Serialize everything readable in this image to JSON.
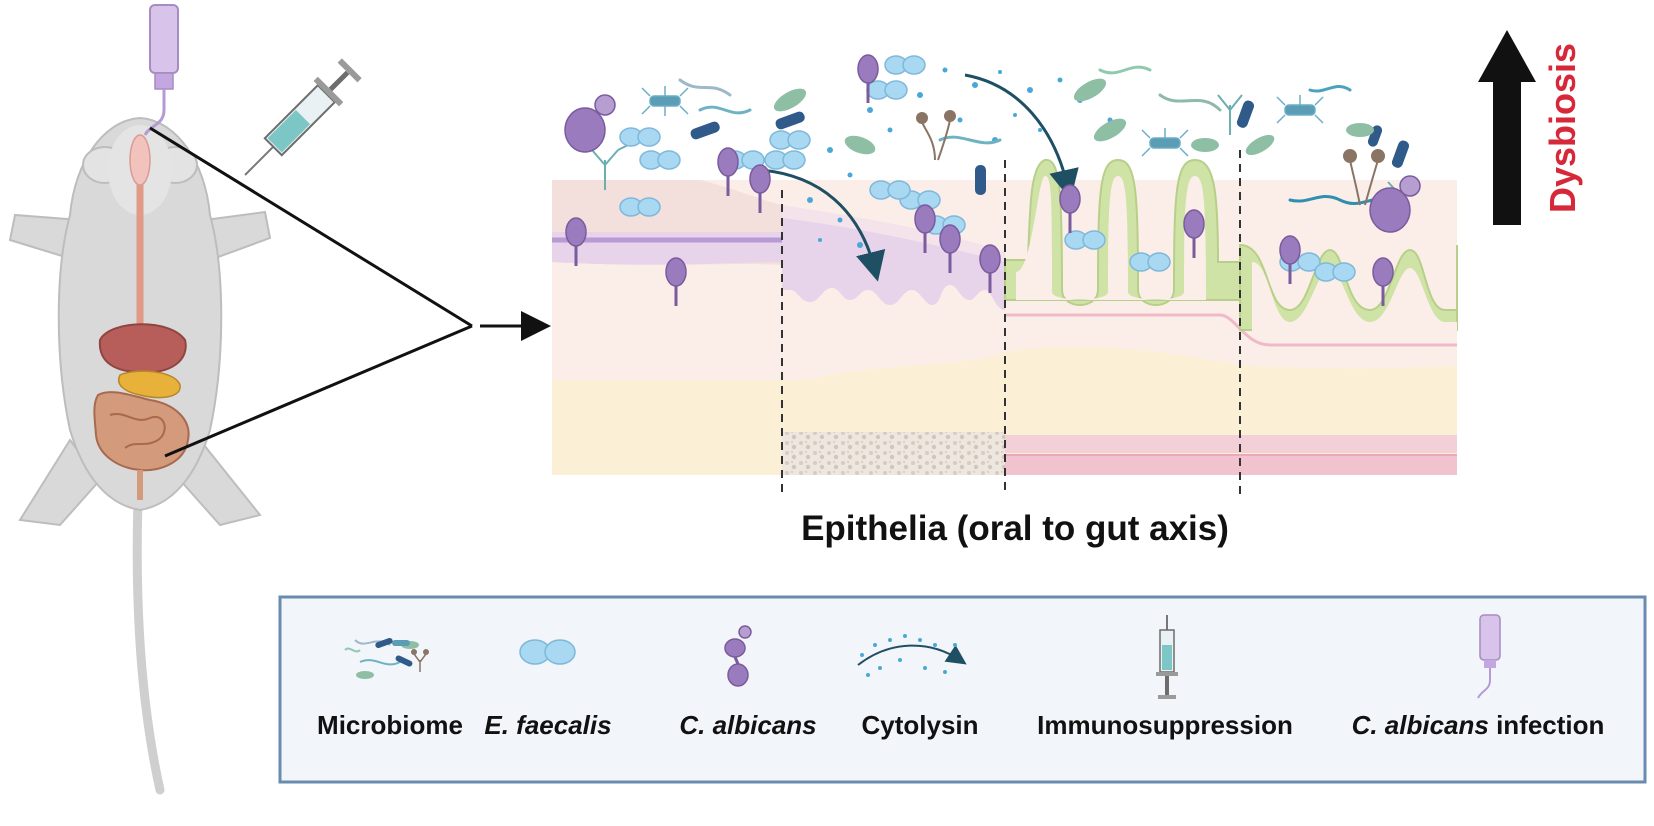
{
  "diagram": {
    "axis_label": "Epithelia (oral to gut axis)",
    "trend_label": "Dysbiosis",
    "trend_color": "#d7283a"
  },
  "legend": {
    "items": [
      {
        "key": "microbiome",
        "label": "Microbiome",
        "icon": "microbiome-icon"
      },
      {
        "key": "efaecalis",
        "label": "E. faecalis",
        "italic": true,
        "icon": "e-faecalis-icon"
      },
      {
        "key": "calbicans",
        "label": "C. albicans",
        "italic": true,
        "icon": "c-albicans-icon"
      },
      {
        "key": "cytolysin",
        "label": "Cytolysin",
        "icon": "cytolysin-icon"
      },
      {
        "key": "immuno",
        "label": "Immunosuppression",
        "icon": "syringe-icon"
      },
      {
        "key": "infection",
        "label_italic": "C. albicans",
        "label_rest": " infection",
        "icon": "inoculation-bottle-icon"
      }
    ]
  },
  "colors": {
    "efaecalis": "#a9d8f2",
    "calbicans": "#9a7bbd",
    "cytolysin": "#4aa8d8",
    "arrow": "#1f4f63",
    "villi": "#cfe3a6",
    "oral_mucosa": "#e7d3ea",
    "lamina": "#fbeee8",
    "submucosa": "#fbf0d6",
    "muscle": "#f3cfd8",
    "legend_bg": "#f2f5f9",
    "legend_border": "#6a8bb0",
    "mouse_body": "#d9d9d9"
  }
}
